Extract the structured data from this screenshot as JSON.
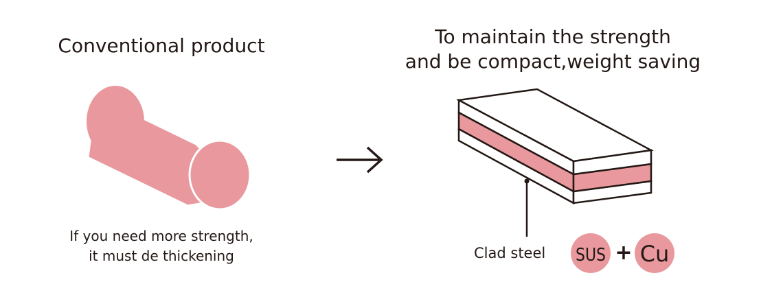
{
  "left": {
    "title": "Conventional product",
    "caption_line1": "If you need more strength,",
    "caption_line2": "it must de thickening"
  },
  "right": {
    "title_line1": "To maintain the strength",
    "title_line2": "and be compact,weight saving",
    "clad_label": "Clad steel",
    "material1": "SUS",
    "plus": "+",
    "material2": "Cu"
  },
  "arrow_glyph": "→",
  "colors": {
    "pink": "#E9999D",
    "outline": "#231815",
    "text": "#231815",
    "background": "#FFFFFF"
  }
}
